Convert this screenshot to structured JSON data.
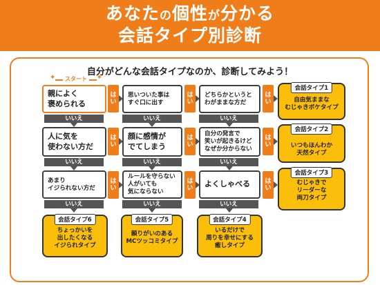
{
  "header": {
    "line1_part1": "あなた",
    "line1_part2": "の",
    "line1_part3": "個性",
    "line1_part4": "が",
    "line1_part5": "分かる",
    "line2": "会話タイプ別診断"
  },
  "question": "自分がどんな会話タイプなのか、診断してみよう！",
  "start_label": "スタート",
  "yes_label": [
    "は",
    "い"
  ],
  "no_label": "いいえ",
  "nodes": {
    "n1": [
      "親によく",
      "褒められる"
    ],
    "n2": [
      "思いついた事は",
      "すぐ口に出す"
    ],
    "n3": [
      "どちらかというと",
      "わがままな方だ"
    ],
    "n4": [
      "人に気を",
      "使わない方だ"
    ],
    "n5": [
      "顔に感情が",
      "でてしまう"
    ],
    "n6": [
      "自分の発言で",
      "笑いが起きるけど",
      "なぜか分からない"
    ],
    "n7": [
      "あまり",
      "イジられない方だ"
    ],
    "n8": [
      "ルールを守らない",
      "人がいても",
      "気にならない"
    ],
    "n9": [
      "よくしゃべる"
    ]
  },
  "results": {
    "r1": {
      "label": "会話タイプ1",
      "text": [
        "自由気ままな",
        "むじゃきボケタイプ"
      ]
    },
    "r2": {
      "label": "会話タイプ2",
      "text": [
        "いつもほんわか",
        "天然タイプ"
      ]
    },
    "r3": {
      "label": "会話タイプ3",
      "text": [
        "むじゃきで",
        "リーダーな",
        "両刀タイプ"
      ]
    },
    "r4": {
      "label": "会話タイプ4",
      "text": [
        "いるだけで",
        "周りを幸せにする",
        "癒しタイプ"
      ]
    },
    "r5": {
      "label": "会話タイプ5",
      "text": [
        "頼りがいのある",
        "MCツッコミタイプ"
      ]
    },
    "r6": {
      "label": "会話タイプ6",
      "text": [
        "ちょっかいを",
        "出したくなる",
        "イジられタイプ"
      ]
    }
  },
  "colors": {
    "accent": "#ef7d1a",
    "result_fill": "#fbbf0b",
    "no_tag": "#555555"
  }
}
